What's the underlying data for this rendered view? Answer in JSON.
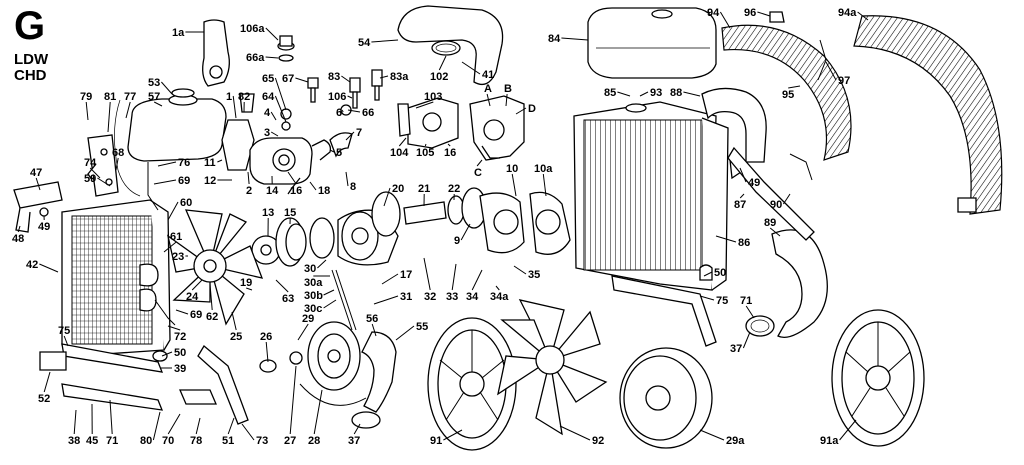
{
  "header": {
    "section_letter": "G",
    "models": [
      "LDW",
      "CHD"
    ]
  },
  "callouts": [
    {
      "id": "c-1a",
      "text": "1a"
    },
    {
      "id": "c-106a",
      "text": "106a"
    },
    {
      "id": "c-66a",
      "text": "66a"
    },
    {
      "id": "c-54",
      "text": "54"
    },
    {
      "id": "c-41",
      "text": "41"
    },
    {
      "id": "c-102",
      "text": "102"
    },
    {
      "id": "c-84",
      "text": "84"
    },
    {
      "id": "c-94",
      "text": "94"
    },
    {
      "id": "c-96",
      "text": "96"
    },
    {
      "id": "c-94a",
      "text": "94a"
    },
    {
      "id": "c-97",
      "text": "97"
    },
    {
      "id": "c-95",
      "text": "95"
    },
    {
      "id": "c-85",
      "text": "85"
    },
    {
      "id": "c-93",
      "text": "93"
    },
    {
      "id": "c-88",
      "text": "88"
    },
    {
      "id": "c-53",
      "text": "53"
    },
    {
      "id": "c-57",
      "text": "57"
    },
    {
      "id": "c-79",
      "text": "79"
    },
    {
      "id": "c-81",
      "text": "81"
    },
    {
      "id": "c-77",
      "text": "77"
    },
    {
      "id": "c-1",
      "text": "1"
    },
    {
      "id": "c-82",
      "text": "82"
    },
    {
      "id": "c-65",
      "text": "65"
    },
    {
      "id": "c-67",
      "text": "67"
    },
    {
      "id": "c-64",
      "text": "64"
    },
    {
      "id": "c-4",
      "text": "4"
    },
    {
      "id": "c-3",
      "text": "3"
    },
    {
      "id": "c-6",
      "text": "6"
    },
    {
      "id": "c-66",
      "text": "66"
    },
    {
      "id": "c-83",
      "text": "83"
    },
    {
      "id": "c-83a",
      "text": "83a"
    },
    {
      "id": "c-106",
      "text": "106"
    },
    {
      "id": "c-103",
      "text": "103"
    },
    {
      "id": "c-A",
      "text": "A"
    },
    {
      "id": "c-B",
      "text": "B"
    },
    {
      "id": "c-D",
      "text": "D"
    },
    {
      "id": "c-7",
      "text": "7"
    },
    {
      "id": "c-5",
      "text": "5"
    },
    {
      "id": "c-104",
      "text": "104"
    },
    {
      "id": "c-105",
      "text": "105"
    },
    {
      "id": "c-16b",
      "text": "16"
    },
    {
      "id": "c-C",
      "text": "C"
    },
    {
      "id": "c-10",
      "text": "10"
    },
    {
      "id": "c-10a",
      "text": "10a"
    },
    {
      "id": "c-74",
      "text": "74"
    },
    {
      "id": "c-68",
      "text": "68"
    },
    {
      "id": "c-76",
      "text": "76"
    },
    {
      "id": "c-11",
      "text": "11"
    },
    {
      "id": "c-59",
      "text": "59"
    },
    {
      "id": "c-69a",
      "text": "69"
    },
    {
      "id": "c-12",
      "text": "12"
    },
    {
      "id": "c-2",
      "text": "2"
    },
    {
      "id": "c-14",
      "text": "14"
    },
    {
      "id": "c-16a",
      "text": "16"
    },
    {
      "id": "c-18",
      "text": "18"
    },
    {
      "id": "c-8",
      "text": "8"
    },
    {
      "id": "c-47",
      "text": "47"
    },
    {
      "id": "c-49a",
      "text": "49"
    },
    {
      "id": "c-48",
      "text": "48"
    },
    {
      "id": "c-60",
      "text": "60"
    },
    {
      "id": "c-13",
      "text": "13"
    },
    {
      "id": "c-15",
      "text": "15"
    },
    {
      "id": "c-20",
      "text": "20"
    },
    {
      "id": "c-21",
      "text": "21"
    },
    {
      "id": "c-22",
      "text": "22"
    },
    {
      "id": "c-9",
      "text": "9"
    },
    {
      "id": "c-61",
      "text": "61"
    },
    {
      "id": "c-42",
      "text": "42"
    },
    {
      "id": "c-23",
      "text": "23"
    },
    {
      "id": "c-24",
      "text": "24"
    },
    {
      "id": "c-62",
      "text": "62"
    },
    {
      "id": "c-19",
      "text": "19"
    },
    {
      "id": "c-63",
      "text": "63"
    },
    {
      "id": "c-30",
      "text": "30"
    },
    {
      "id": "c-30a",
      "text": "30a"
    },
    {
      "id": "c-30b",
      "text": "30b"
    },
    {
      "id": "c-30c",
      "text": "30c"
    },
    {
      "id": "c-17",
      "text": "17"
    },
    {
      "id": "c-31",
      "text": "31"
    },
    {
      "id": "c-32",
      "text": "32"
    },
    {
      "id": "c-33",
      "text": "33"
    },
    {
      "id": "c-34",
      "text": "34"
    },
    {
      "id": "c-34a",
      "text": "34a"
    },
    {
      "id": "c-35",
      "text": "35"
    },
    {
      "id": "c-49b",
      "text": "49"
    },
    {
      "id": "c-87",
      "text": "87"
    },
    {
      "id": "c-90",
      "text": "90"
    },
    {
      "id": "c-89",
      "text": "89"
    },
    {
      "id": "c-86",
      "text": "86"
    },
    {
      "id": "c-50a",
      "text": "50"
    },
    {
      "id": "c-75a",
      "text": "75"
    },
    {
      "id": "c-71a",
      "text": "71"
    },
    {
      "id": "c-37a",
      "text": "37"
    },
    {
      "id": "c-69b",
      "text": "69"
    },
    {
      "id": "c-72",
      "text": "72"
    },
    {
      "id": "c-25",
      "text": "25"
    },
    {
      "id": "c-29",
      "text": "29"
    },
    {
      "id": "c-56",
      "text": "56"
    },
    {
      "id": "c-55",
      "text": "55"
    },
    {
      "id": "c-75b",
      "text": "75"
    },
    {
      "id": "c-26",
      "text": "26"
    },
    {
      "id": "c-50b",
      "text": "50"
    },
    {
      "id": "c-39",
      "text": "39"
    },
    {
      "id": "c-52",
      "text": "52"
    },
    {
      "id": "c-38",
      "text": "38"
    },
    {
      "id": "c-45",
      "text": "45"
    },
    {
      "id": "c-71b",
      "text": "71"
    },
    {
      "id": "c-80",
      "text": "80"
    },
    {
      "id": "c-70",
      "text": "70"
    },
    {
      "id": "c-78",
      "text": "78"
    },
    {
      "id": "c-51",
      "text": "51"
    },
    {
      "id": "c-73",
      "text": "73"
    },
    {
      "id": "c-27",
      "text": "27"
    },
    {
      "id": "c-28",
      "text": "28"
    },
    {
      "id": "c-37b",
      "text": "37"
    },
    {
      "id": "c-91",
      "text": "91"
    },
    {
      "id": "c-92",
      "text": "92"
    },
    {
      "id": "c-29a",
      "text": "29a"
    },
    {
      "id": "c-91a",
      "text": "91a"
    }
  ]
}
